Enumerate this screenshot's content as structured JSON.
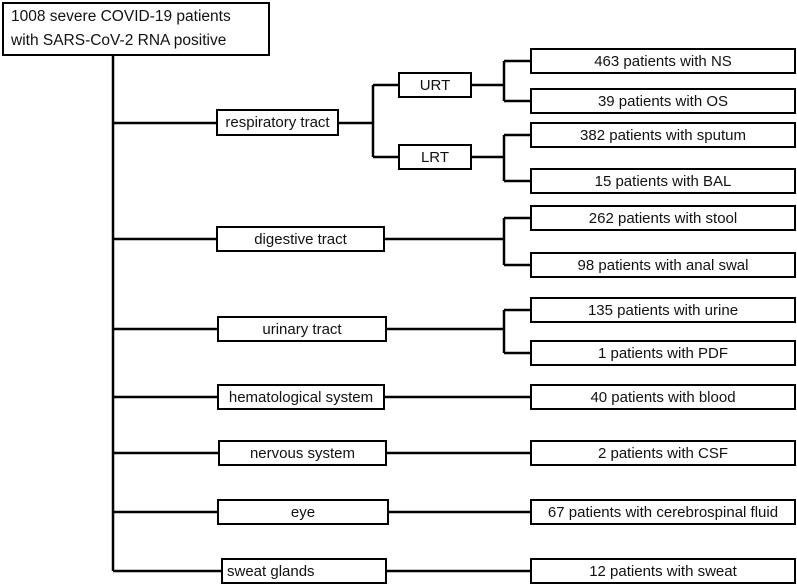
{
  "title_box": {
    "line1": "1008 severe COVID-19 patients",
    "line2": "with SARS-CoV-2 RNA positive"
  },
  "tree": [
    {
      "system": "respiratory tract",
      "children": [
        {
          "group": "URT",
          "leaves": [
            "463 patients with NS",
            "39 patients with OS"
          ]
        },
        {
          "group": "LRT",
          "leaves": [
            "382 patients with sputum",
            "15 patients with BAL"
          ]
        }
      ]
    },
    {
      "system": "digestive tract",
      "leaves": [
        "262 patients with stool",
        "98 patients with anal swal"
      ]
    },
    {
      "system": "urinary tract",
      "leaves": [
        "135 patients with urine",
        "1 patients with PDF"
      ]
    },
    {
      "system": "hematological system",
      "leaves": [
        "40 patients with blood"
      ]
    },
    {
      "system": "nervous system",
      "leaves": [
        "2 patients with CSF"
      ]
    },
    {
      "system": "eye",
      "leaves": [
        "67 patients with cerebrospinal fluid"
      ]
    },
    {
      "system": "sweat glands",
      "leaves": [
        "12 patients with sweat"
      ]
    }
  ],
  "colors": {
    "line": "#000000",
    "background": "#ffffff",
    "box_border": "#000000"
  }
}
